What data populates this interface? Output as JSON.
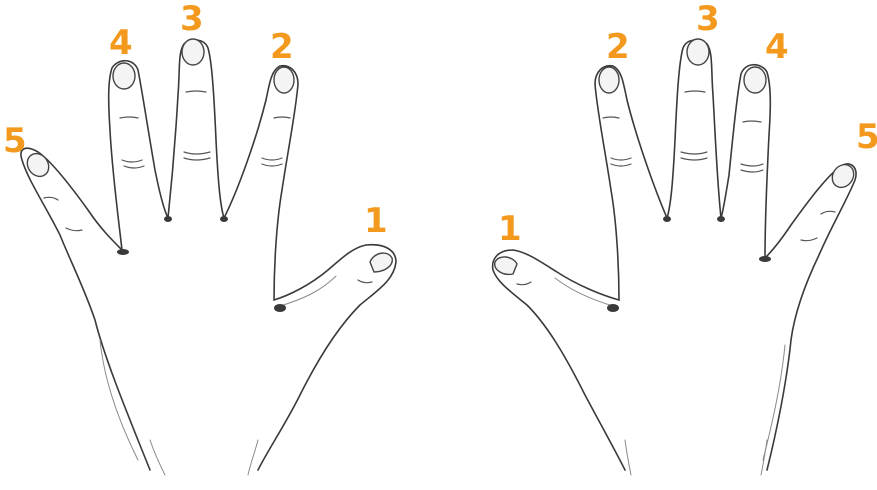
{
  "colors": {
    "number_color": "#f39a1e",
    "line_color": "#3a3a3a",
    "background": "#ffffff"
  },
  "left_hand": {
    "thumb_label": "1",
    "index_label": "2",
    "middle_label": "3",
    "ring_label": "4",
    "pinky_label": "5"
  },
  "right_hand": {
    "thumb_label": "1",
    "index_label": "2",
    "middle_label": "3",
    "ring_label": "4",
    "pinky_label": "5"
  }
}
